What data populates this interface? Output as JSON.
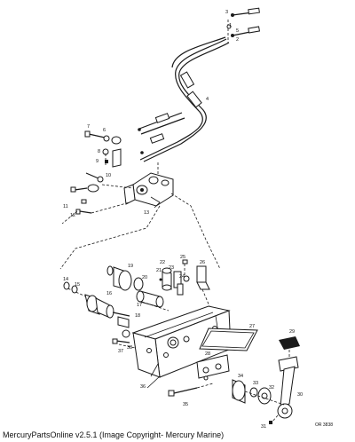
{
  "diagram": {
    "callouts": [
      "1",
      "2",
      "3",
      "4",
      "5",
      "6",
      "7",
      "8",
      "9",
      "10",
      "11",
      "12",
      "13",
      "14",
      "15",
      "16",
      "17",
      "18",
      "19",
      "20",
      "21",
      "22",
      "23",
      "24",
      "25",
      "26",
      "27",
      "28",
      "29",
      "30",
      "31",
      "32",
      "33",
      "34",
      "35",
      "36",
      "37",
      "38"
    ],
    "drawing_code": "OR 3838"
  },
  "footer": {
    "text": "MercuryPartsOnline v2.5.1 (Image Copyright- Mercury Marine)"
  }
}
